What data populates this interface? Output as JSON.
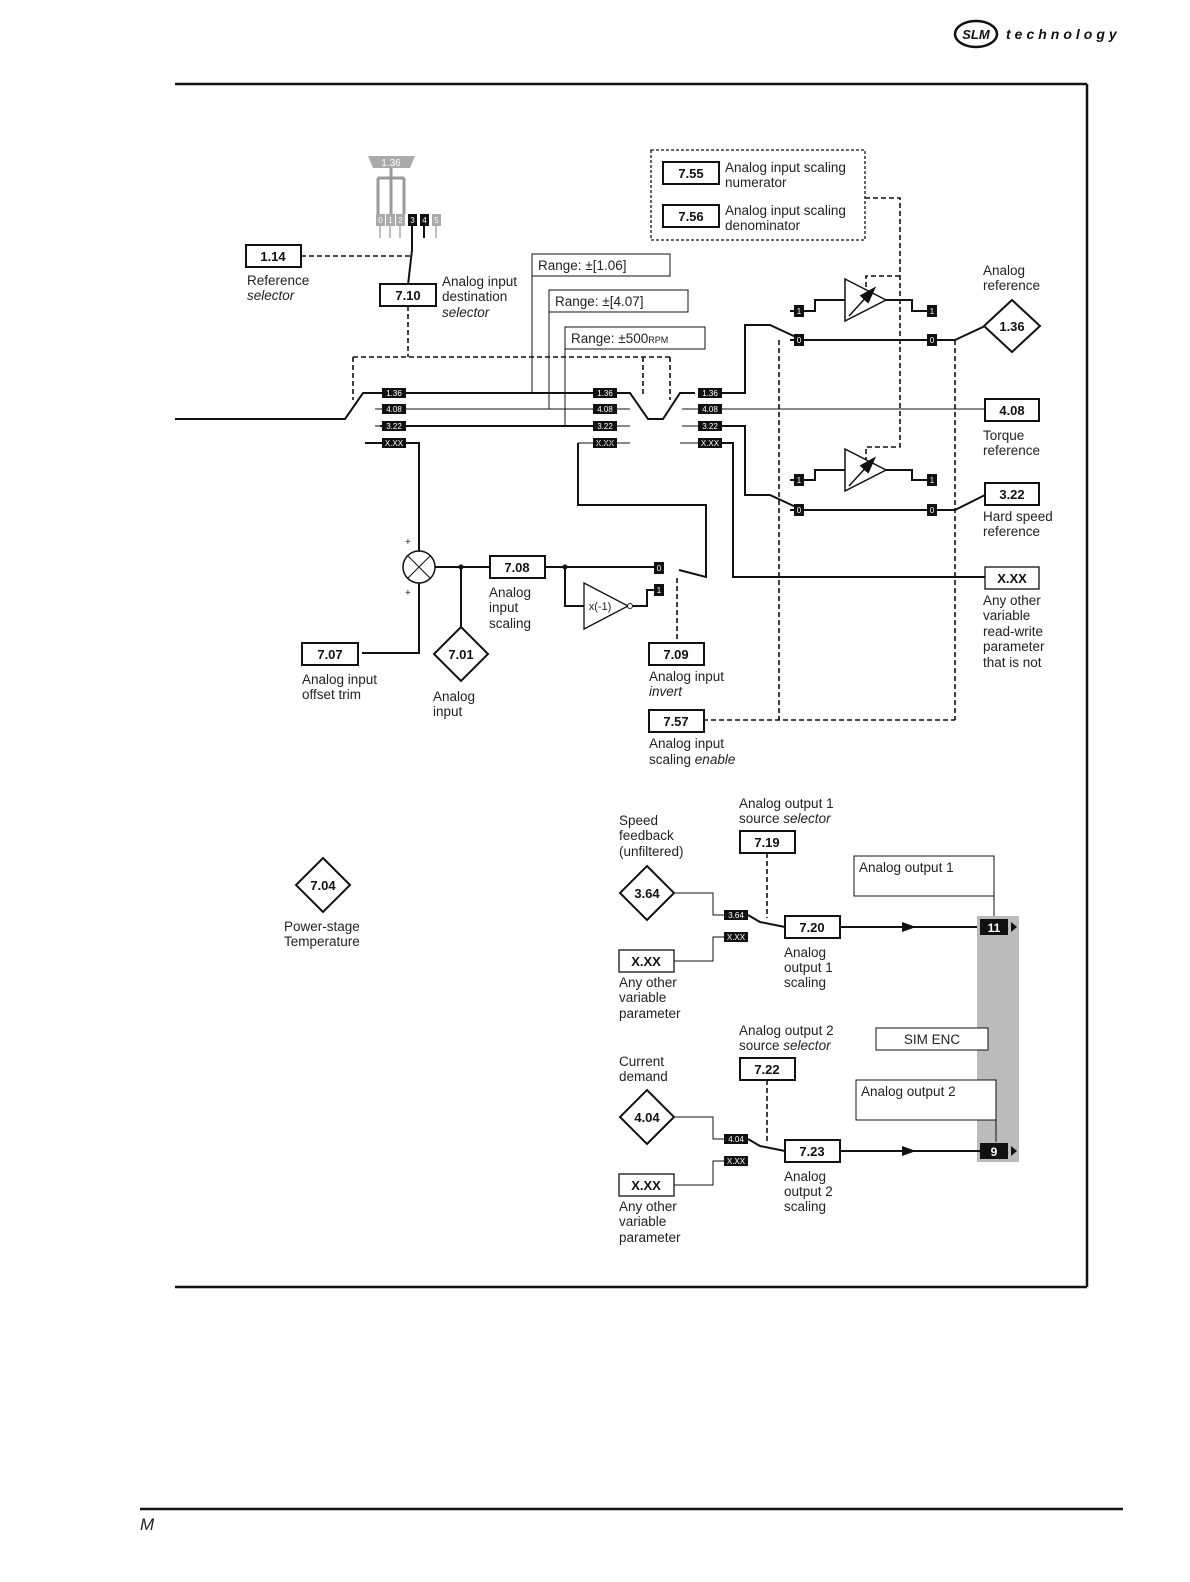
{
  "header": {
    "logo_mark": "SLM",
    "logo_word": "technology"
  },
  "footer": {
    "mark": "M"
  },
  "diagram": {
    "sel_param": "1.36",
    "sel_positions": [
      "0",
      "1",
      "2",
      "3",
      "4",
      "5"
    ],
    "ref_selector": {
      "param": "1.14",
      "label1": "Reference",
      "label2": "selector"
    },
    "dest_selector": {
      "param": "7.10",
      "label1": "Analog input",
      "label2": "destination",
      "label3": "selector"
    },
    "scaling_num": {
      "param": "7.55",
      "label1": "Analog input scaling",
      "label2": "numerator"
    },
    "scaling_den": {
      "param": "7.56",
      "label1": "Analog input scaling",
      "label2": "denominator"
    },
    "ranges": [
      "Range: ±[1.06]",
      "Range: ±[4.07]",
      "Range: ±500"
    ],
    "range_unit": "RPM",
    "bus_tags": [
      "1.36",
      "4.08",
      "3.22",
      "X.XX"
    ],
    "switch_labels": {
      "on": "1",
      "off": "0"
    },
    "out_analog_ref": {
      "param": "1.36",
      "label1": "Analog",
      "label2": "reference"
    },
    "out_torque": {
      "param": "4.08",
      "label1": "Torque",
      "label2": "reference"
    },
    "out_hard_speed": {
      "param": "3.22",
      "label1": "Hard speed",
      "label2": "reference"
    },
    "out_other": {
      "param": "X.XX",
      "lines": [
        "Any other",
        "variable",
        "read-write",
        "parameter",
        "that is not"
      ]
    },
    "plus": "+",
    "scaling_708": {
      "param": "7.08",
      "label1": "Analog",
      "label2": "input",
      "label3": "scaling"
    },
    "invert_block": "x(-1)",
    "invert_709": {
      "param": "7.09",
      "label1": "Analog input",
      "label2": "invert"
    },
    "offset_707": {
      "param": "7.07",
      "label1": "Analog input",
      "label2": "offset trim"
    },
    "analog_701": {
      "param": "7.01",
      "label1": "Analog",
      "label2": "input"
    },
    "enable_757": {
      "param": "7.57",
      "label1": "Analog input",
      "label2": "scaling",
      "label3": "enable"
    },
    "temp_704": {
      "param": "7.04",
      "label1": "Power-stage",
      "label2": "Temperature"
    },
    "ao1": {
      "src_label1": "Analog output 1",
      "src_label2": "source",
      "src_label3": "selector",
      "src_param": "7.19",
      "fb_label1": "Speed",
      "fb_label2": "feedback",
      "fb_label3": "(unfiltered)",
      "fb_param": "3.64",
      "other_param": "X.XX",
      "other_lines": [
        "Any other",
        "variable",
        "parameter"
      ],
      "tags": [
        "3.64",
        "X.XX"
      ],
      "scale_param": "7.20",
      "scale_label1": "Analog",
      "scale_label2": "output 1",
      "scale_label3": "scaling",
      "out_label": "Analog output 1",
      "terminal": "11"
    },
    "sim_enc": "SIM ENC",
    "ao2": {
      "src_label1": "Analog output 2",
      "src_label2": "source",
      "src_label3": "selector",
      "src_param": "7.22",
      "fb_label1": "Current",
      "fb_label2": "demand",
      "fb_param": "4.04",
      "other_param": "X.XX",
      "other_lines": [
        "Any other",
        "variable",
        "parameter"
      ],
      "tags": [
        "4.04",
        "X.XX"
      ],
      "scale_param": "7.23",
      "scale_label1": "Analog",
      "scale_label2": "output 2",
      "scale_label3": "scaling",
      "out_label": "Analog output 2",
      "terminal": "9"
    }
  }
}
